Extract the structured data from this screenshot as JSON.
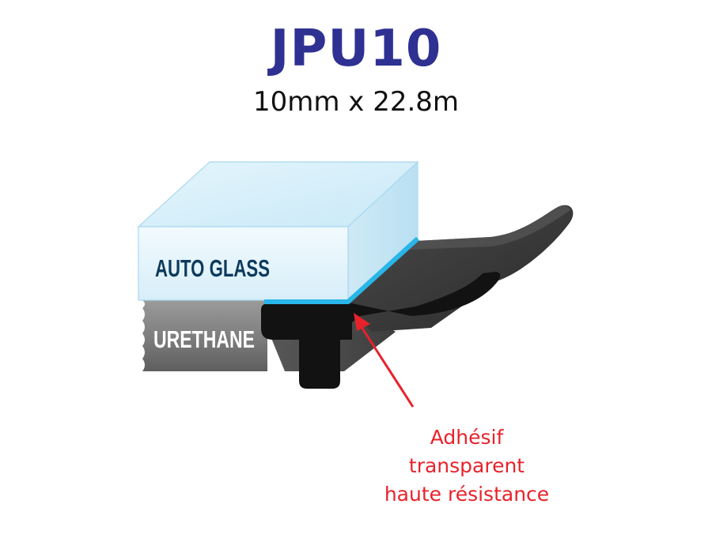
{
  "header": {
    "title": "JPU10",
    "subtitle": "10mm x 22.8m"
  },
  "diagram": {
    "layers": {
      "glass_label": "AUTO GLASS",
      "urethane_label": "URETHANE"
    },
    "callout": {
      "lines": [
        "Adhésif",
        "transparent",
        "haute résistance"
      ]
    }
  },
  "colors": {
    "title": "#2e3192",
    "glass_text": "#0d3a5c",
    "urethane_text": "#ffffff",
    "adhesive": "#29b6e8",
    "callout": "#e8222b",
    "molding": "#1e1e1e",
    "glass_face": "#e6f4fb",
    "urethane": "#7a7a7a"
  },
  "icons": {
    "arrow": "red-arrow-icon"
  }
}
